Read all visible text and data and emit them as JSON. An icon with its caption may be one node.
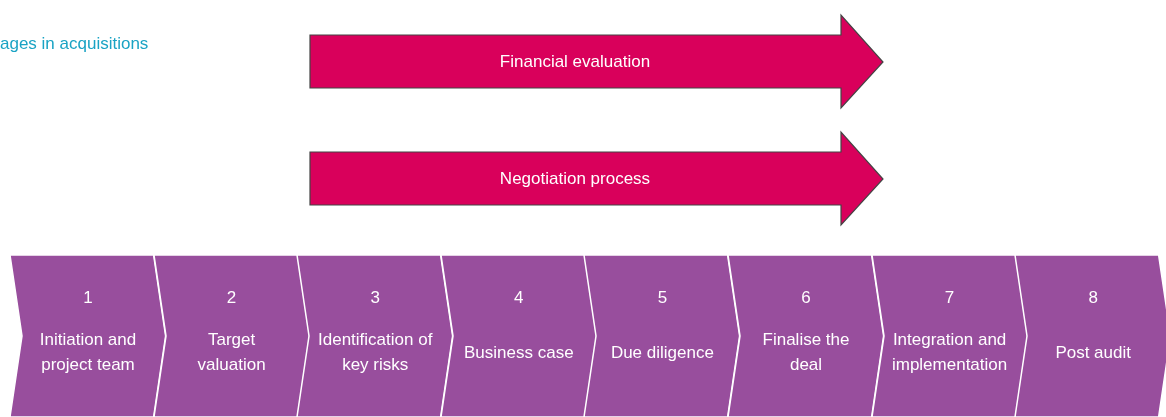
{
  "diagram": {
    "title": "ages in acquisitions",
    "nodes": [
      {
        "text": [
          "Financial evaluation"
        ]
      },
      {
        "text": [
          "Negotiation process"
        ]
      },
      {
        "text": [
          "1",
          "Initiation and project team"
        ]
      },
      {
        "text": [
          "2",
          "Target valuation"
        ]
      },
      {
        "text": [
          "3",
          "Identification of key risks"
        ]
      },
      {
        "text": [
          "4",
          "Business case"
        ]
      },
      {
        "text": [
          "5",
          "Due diligence"
        ]
      },
      {
        "text": [
          "6",
          "Finalise the deal"
        ]
      },
      {
        "text": [
          "7",
          "Integration and implementation"
        ]
      },
      {
        "text": [
          "8",
          "Post audit"
        ]
      }
    ]
  }
}
